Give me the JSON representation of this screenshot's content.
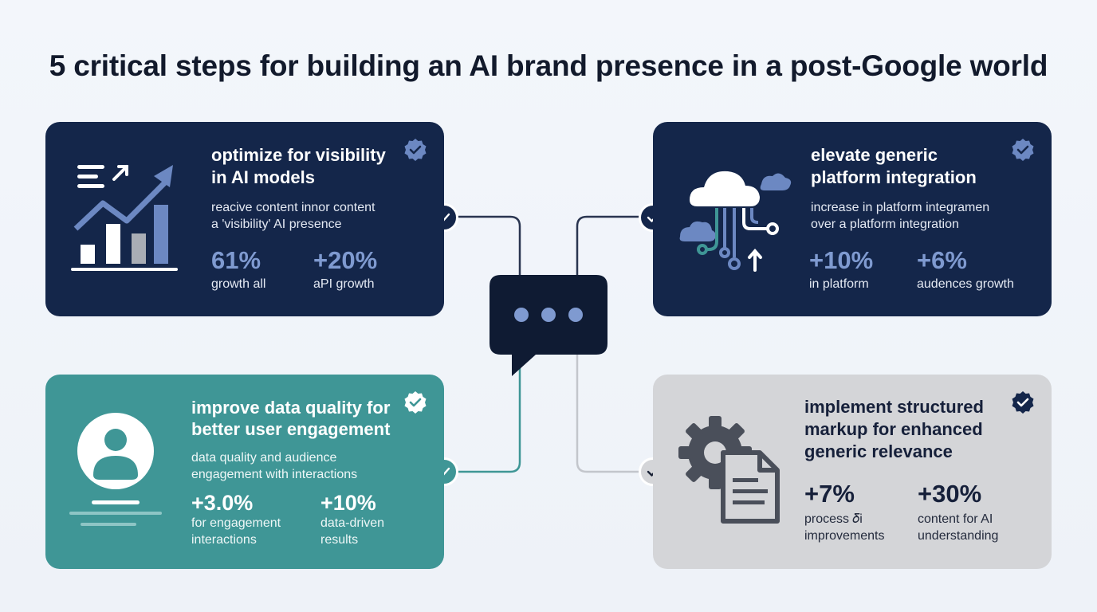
{
  "title": "5 critical steps for building an AI brand presence in a post-Google world",
  "colors": {
    "navy": "#14264a",
    "teal": "#3f9696",
    "gray": "#d4d5d8",
    "accent_blue": "#7f9ad0",
    "bubble": "#0f1b33"
  },
  "cards": [
    {
      "title_line1": "optimize for visibility",
      "title_line2": "in AI models",
      "desc_line1": "reacive content innor content",
      "desc_line2": "a 'visibility' AI presence",
      "stats": [
        {
          "value": "61%",
          "label_line1": "growth all"
        },
        {
          "value": "+20%",
          "label_line1": "aPI growth"
        }
      ],
      "icon": "growth-chart-icon"
    },
    {
      "title_line1": "elevate generic",
      "title_line2": "platform integration",
      "desc_line1": "increase in platform integramen",
      "desc_line2": "over a platform integration",
      "stats": [
        {
          "value": "+10%",
          "label_line1": "in platform"
        },
        {
          "value": "+6%",
          "label_line1": "audences growth"
        }
      ],
      "icon": "cloud-network-icon"
    },
    {
      "title_line1": "improve data quality for",
      "title_line2": "better user engagement",
      "desc_line1": "data quality and audience",
      "desc_line2": "engagement with  interactions",
      "stats": [
        {
          "value": "+3.0%",
          "label_line1": "for engagement",
          "label_line2": "interactions"
        },
        {
          "value": "+10%",
          "label_line1": "data-driven",
          "label_line2": "results"
        }
      ],
      "icon": "user-profile-icon"
    },
    {
      "title_line1": "implement structured",
      "title_line2": "markup for enhanced",
      "title_line3": "generic relevance",
      "stats": [
        {
          "value": "+7%",
          "label_line1": "process 𝛿i",
          "label_line2": "improvements"
        },
        {
          "value": "+30%",
          "label_line1": "content for AI",
          "label_line2": "understanding"
        }
      ],
      "icon": "gear-document-icon"
    }
  ],
  "center_icon": "chat-bubble-icon"
}
